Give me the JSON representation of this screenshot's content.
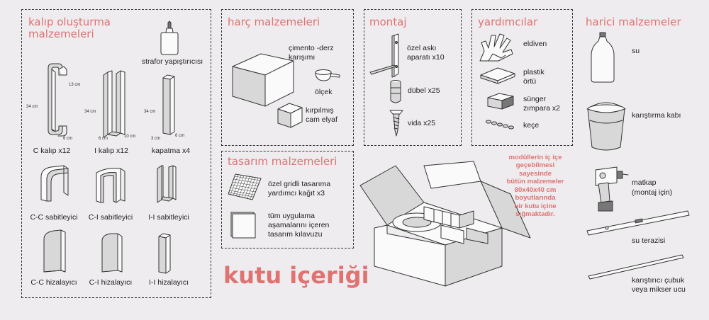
{
  "sections": {
    "mold": {
      "title_line1": "kalıp oluşturma",
      "title_line2": "malzemeleri",
      "items": {
        "strafor": "strafor yapıştırıcısı",
        "c_mold": "C kalıp x12",
        "i_mold": "I kalıp x12",
        "cover": "kapatma x4",
        "cc_fix": "C-C sabitleyici",
        "ci_fix": "C-I sabitleyici",
        "ii_fix": "I-I sabitleyici",
        "cc_align": "C-C hizalayıcı",
        "ci_align": "C-I hizalayıcı",
        "ii_align": "I-I hizalayıcı"
      },
      "dims": {
        "c_height": "34 cm",
        "c_top": "13 cm",
        "c_depth": "6 cm",
        "i_height": "34 cm",
        "i_depth": "6 cm",
        "i_width": "10 cm",
        "k_height": "34 cm",
        "k_thick": "3 cm",
        "k_depth": "6 cm"
      }
    },
    "mortar": {
      "title": "harç malzemeleri",
      "items": {
        "mix_line1": "çimento -derz",
        "mix_line2": "karışımı",
        "scoop": "ölçek",
        "fiber_line1": "kırpılmış",
        "fiber_line2": "cam elyaf"
      }
    },
    "assembly": {
      "title": "montaj",
      "items": {
        "hanger_line1": "özel askı",
        "hanger_line2": "aparatı x10",
        "dowel": "dübel x25",
        "screw": "vida x25"
      }
    },
    "helpers": {
      "title": "yardımcılar",
      "items": {
        "gloves": "eldiven",
        "plastic_line1": "plastik",
        "plastic_line2": "örtü",
        "sponge_line1": "sünger",
        "sponge_line2": "zımpara x2",
        "felt": "keçe"
      }
    },
    "design": {
      "title": "tasarım malzemeleri",
      "items": {
        "grid_line1": "özel gridli tasarıma",
        "grid_line2": "yardımcı kağıt x3",
        "guide_line1": "tüm uygulama",
        "guide_line2": "aşamalarını içeren",
        "guide_line3": "tasarım kılavuzu"
      }
    },
    "external": {
      "title": "harici malzemeler",
      "items": {
        "water": "su",
        "bucket": "karıştırma kabı",
        "drill_line1": "matkap",
        "drill_line2": "(montaj için)",
        "level": "su terazisi",
        "mixer_line1": "karıştırıcı çubuk",
        "mixer_line2": "veya mikser ucu"
      }
    }
  },
  "note_lines": [
    "modüllerin iç içe",
    "geçebilmesi",
    "sayesinde",
    "bütün malzemeler",
    "80x40x40 cm",
    "boyutlarında",
    "bir kutu içine",
    "sığmaktadır."
  ],
  "main_title": "kutu içeriği",
  "colors": {
    "accent": "#e07272",
    "line": "#333333",
    "background": "#eeecee"
  }
}
